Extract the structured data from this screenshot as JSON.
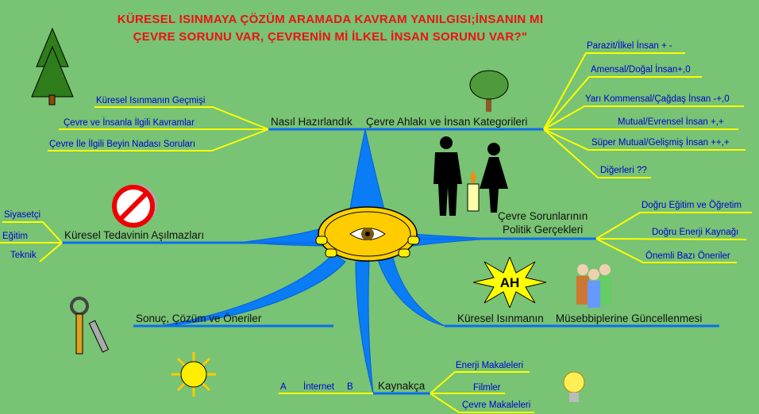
{
  "title": {
    "line1": "KÜRESEL ISINMAYA ÇÖZÜM ARAMADA KAVRAM YANILGISI;İNSANIN MI",
    "line2": "ÇEVRE SORUNU VAR, ÇEVRENİN Mİ İLKEL İNSAN SORUNU VAR?\""
  },
  "branches": {
    "nasil": {
      "label": "Nasıl Hazırlandık",
      "items": [
        "Küresel Isınmanın Geçmişi",
        "Çevre ve İnsanla İlgili Kavramlar",
        "Çevre İle İlgili Beyin Nadası  Soruları"
      ]
    },
    "ahlak": {
      "label": "Çevre Ahlakı ve İnsan Kategorileri",
      "items": [
        "Parazit/İlkel İnsan + -",
        "Amensal/Doğal İnsan+,0",
        "Yarı Kommensal/Çağdaş İnsan -+,0",
        "Mutual/Evrensel İnsan +,+",
        "Süper Mutual/Gelişmiş İnsan ++,+",
        "Diğerleri ??"
      ]
    },
    "tedavi": {
      "label": "Küresel Tedavinin Aşılmazları",
      "items": [
        "Siyasetçi",
        "Eğitim",
        "Teknik"
      ]
    },
    "politik": {
      "label1": "Çevre Sorunlarının",
      "label2": "Politik Gerçekleri",
      "items": [
        "Doğru Eğitim ve Öğretim",
        "Doğru Enerji Kaynağı",
        "Önemli Bazı Öneriler"
      ]
    },
    "sonuc": {
      "label": "Sonuç, Çözüm ve Öneriler"
    },
    "isinma": {
      "label1": "Küresel Isınmanın",
      "label2": "Müsebbiplerine Güncellenmesi"
    },
    "kaynak": {
      "label": "Kaynakça",
      "left": [
        "A",
        "İnternet",
        "B"
      ],
      "items": [
        "Enerji Makaleleri",
        "Filmler",
        "Çevre Makaleleri"
      ]
    }
  },
  "ah_label": "AH",
  "colors": {
    "bg": "#78c374",
    "branch": "#0a6ff0",
    "sub": "#ffff00",
    "title": "#ee1111"
  }
}
